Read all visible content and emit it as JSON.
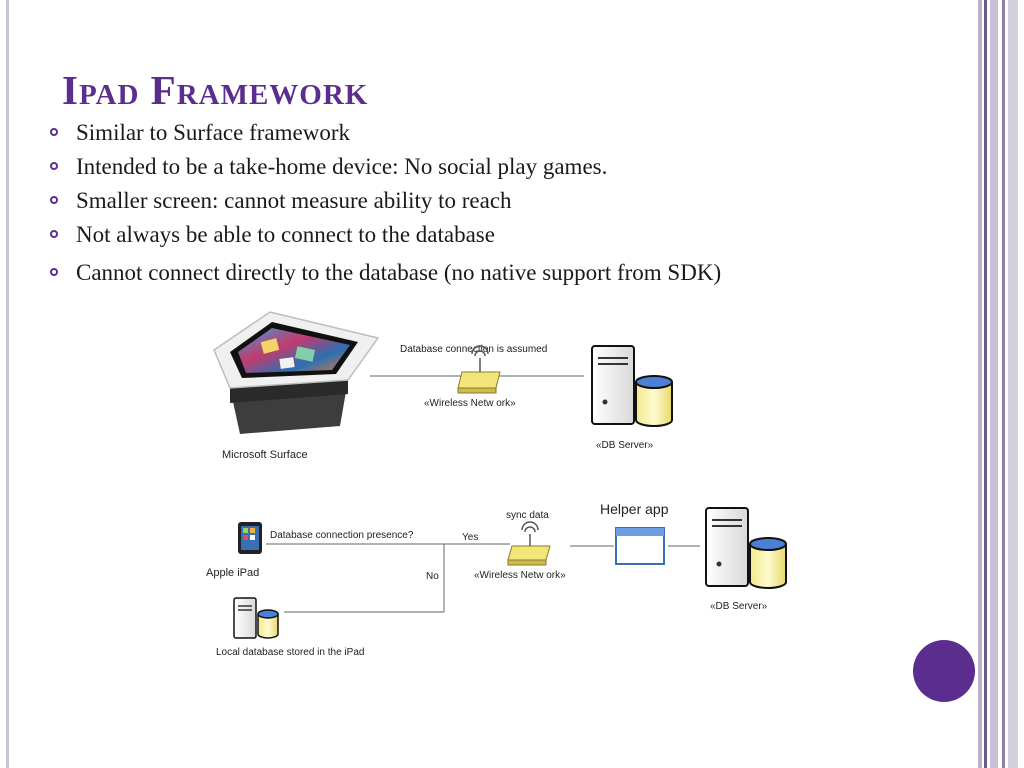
{
  "slide": {
    "title": "Ipad Framework",
    "bullets": [
      "Similar to Surface framework",
      "Intended to be a take-home device: No social play games.",
      "Smaller screen: cannot measure ability to reach",
      "Not always be able to connect to the database",
      "Cannot connect directly to the database (no native support from SDK)"
    ],
    "accent_color": "#5b2d8e"
  },
  "diagram": {
    "top": {
      "device_label": "Microsoft Surface",
      "connection_label": "Database connection is assumed",
      "network_label": "«Wireless Netw ork»",
      "server_label": "«DB Server»"
    },
    "bottom": {
      "device_label": "Apple iPad",
      "question_label": "Database connection presence?",
      "yes_label": "Yes",
      "no_label": "No",
      "sync_label": "sync data",
      "network_label": "«Wireless Netw ork»",
      "helper_label": "Helper app",
      "server_label": "«DB Server»",
      "local_db_label": "Local database stored in the iPad"
    }
  }
}
